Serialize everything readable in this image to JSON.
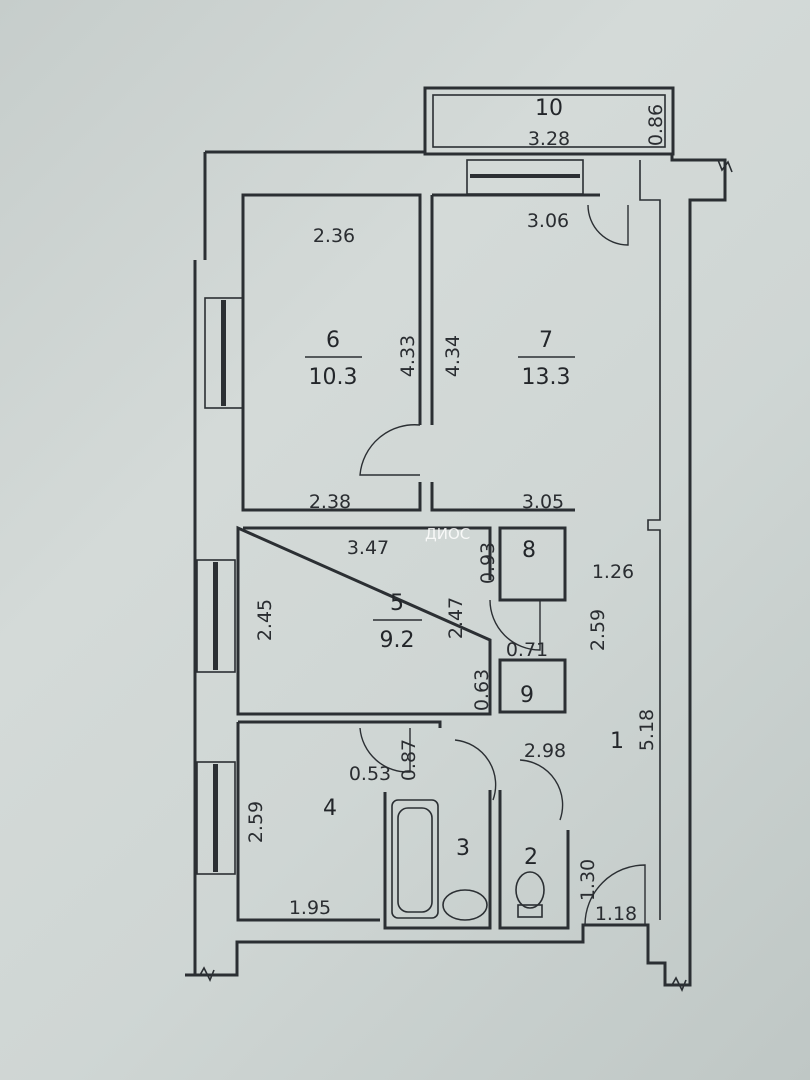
{
  "watermark": "ДИОС",
  "rooms": [
    {
      "id": "room-10",
      "number": "10",
      "area": ""
    },
    {
      "id": "room-6",
      "number": "6",
      "area": "10.3"
    },
    {
      "id": "room-7",
      "number": "7",
      "area": "13.3"
    },
    {
      "id": "room-5",
      "number": "5",
      "area": "9.2"
    },
    {
      "id": "room-8",
      "number": "8",
      "area": ""
    },
    {
      "id": "room-9",
      "number": "9",
      "area": ""
    },
    {
      "id": "room-4",
      "number": "4",
      "area": ""
    },
    {
      "id": "room-3",
      "number": "3",
      "area": ""
    },
    {
      "id": "room-2",
      "number": "2",
      "area": ""
    },
    {
      "id": "room-1",
      "number": "1",
      "area": ""
    }
  ],
  "dimensions": {
    "balcony_width": "3.28",
    "balcony_depth": "0.86",
    "room7_top": "3.06",
    "room6_top": "2.36",
    "room6_height": "4.33",
    "room7_height": "4.34",
    "room6_bottom": "2.38",
    "room7_bottom": "3.05",
    "room5_top": "3.47",
    "room8_height": "0.93",
    "hall_width": "1.26",
    "room5_left": "2.45",
    "room5_right": "2.47",
    "hall_upper": "2.59",
    "room9_top": "0.71",
    "room9_height": "0.63",
    "hall_height": "5.18",
    "door_width": "0.87",
    "door_gap": "0.53",
    "hall_mid": "2.98",
    "room4_left": "2.59",
    "room4_bottom": "1.95",
    "entry_height": "1.30",
    "entry_width": "1.18"
  }
}
